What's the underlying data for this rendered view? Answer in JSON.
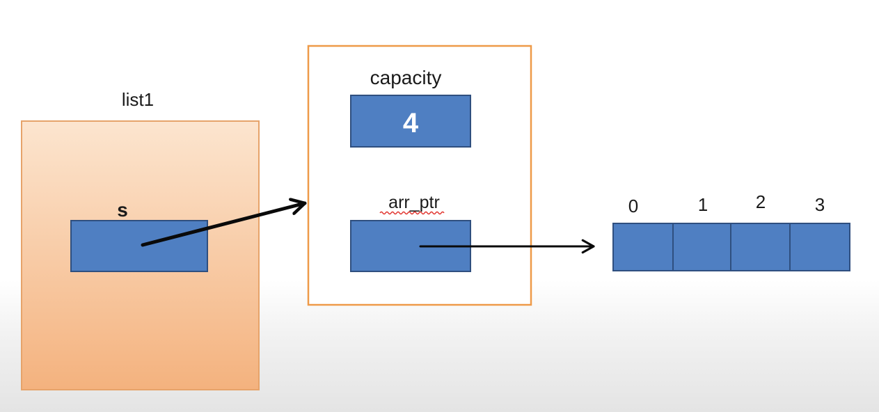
{
  "diagram": {
    "list_object": {
      "label": "list1",
      "field_label": "s"
    },
    "struct": {
      "capacity_label": "capacity",
      "capacity_value": "4",
      "pointer_label": "arr_ptr"
    },
    "array": {
      "indices": [
        "0",
        "1",
        "2",
        "3"
      ]
    },
    "colors": {
      "cell_fill": "#4f7fc2",
      "cell_border": "#2f4f7f",
      "list_fill_top": "#fce5cf",
      "list_fill_bottom": "#f4b27e",
      "list_border": "#e6a36a",
      "struct_border": "#ee9a48",
      "arrow": "#0a0a0a"
    }
  }
}
